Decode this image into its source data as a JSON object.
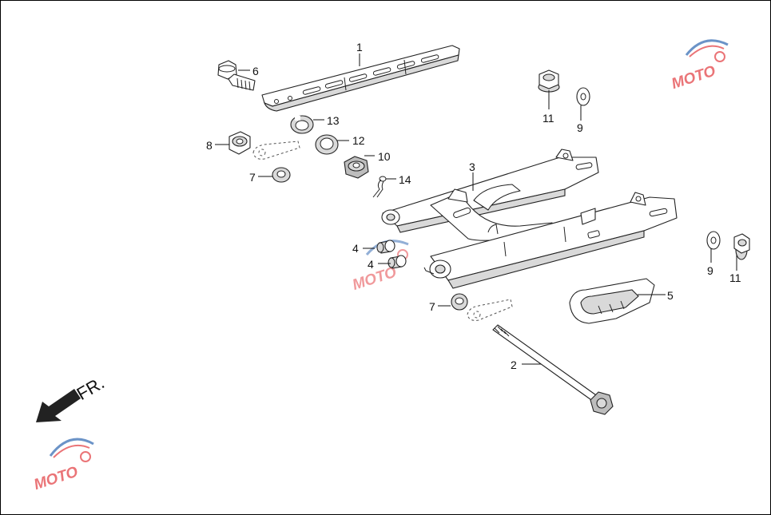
{
  "diagram": {
    "direction_label": "FR.",
    "watermark": {
      "letters": "MOTO",
      "accent": "#e4464a",
      "secondary": "#3a6fb5"
    },
    "callouts": [
      {
        "id": "c1",
        "label": "1"
      },
      {
        "id": "c2",
        "label": "2"
      },
      {
        "id": "c3",
        "label": "3"
      },
      {
        "id": "c4a",
        "label": "4"
      },
      {
        "id": "c4b",
        "label": "4"
      },
      {
        "id": "c5",
        "label": "5"
      },
      {
        "id": "c6",
        "label": "6"
      },
      {
        "id": "c7a",
        "label": "7"
      },
      {
        "id": "c7b",
        "label": "7"
      },
      {
        "id": "c8",
        "label": "8"
      },
      {
        "id": "c9a",
        "label": "9"
      },
      {
        "id": "c9b",
        "label": "9"
      },
      {
        "id": "c10",
        "label": "10"
      },
      {
        "id": "c11a",
        "label": "11"
      },
      {
        "id": "c11b",
        "label": "11"
      },
      {
        "id": "c12",
        "label": "12"
      },
      {
        "id": "c13",
        "label": "13"
      },
      {
        "id": "c14",
        "label": "14"
      }
    ]
  }
}
